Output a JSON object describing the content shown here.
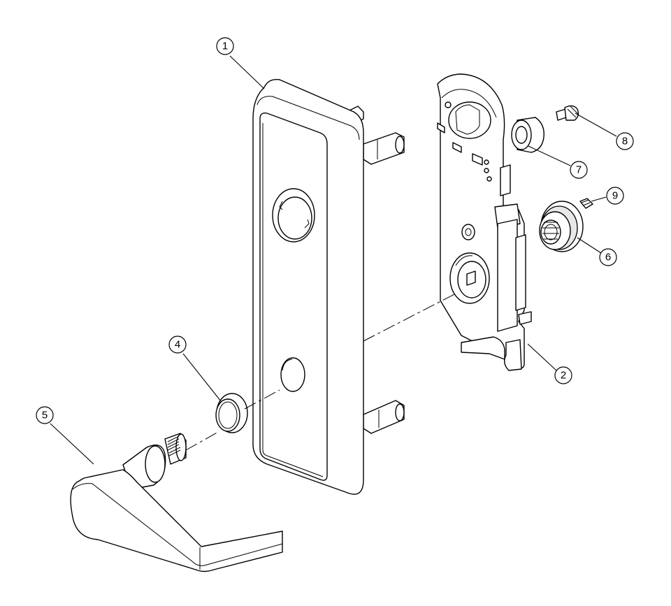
{
  "callouts": [
    {
      "id": "c1",
      "label": "1"
    },
    {
      "id": "c2",
      "label": "2"
    },
    {
      "id": "c4",
      "label": "4"
    },
    {
      "id": "c5",
      "label": "5"
    },
    {
      "id": "c6",
      "label": "6"
    },
    {
      "id": "c7",
      "label": "7"
    },
    {
      "id": "c8",
      "label": "8"
    },
    {
      "id": "c9",
      "label": "9"
    }
  ]
}
